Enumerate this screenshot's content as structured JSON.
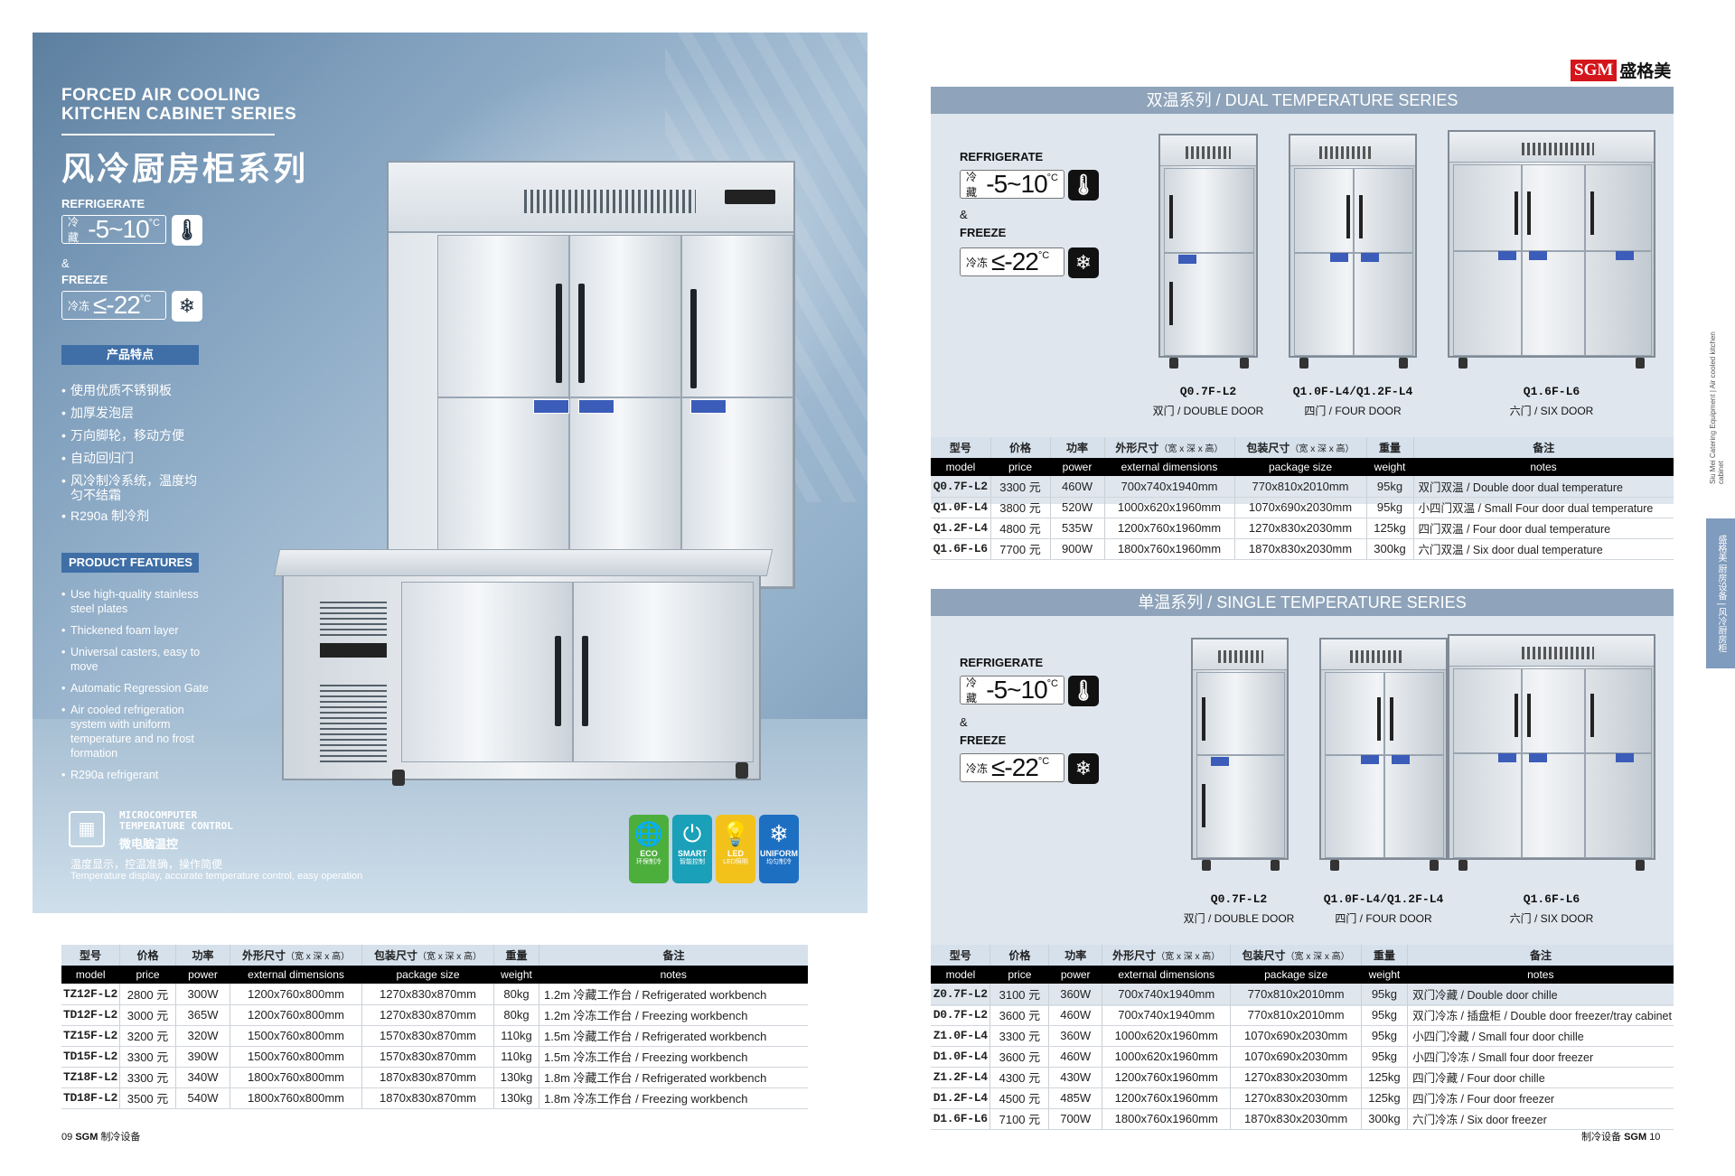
{
  "hero": {
    "title_en_1": "FORCED AIR COOLING",
    "title_en_2": "KITCHEN CABINET SERIES",
    "title_cn": "风冷厨房柜系列",
    "refrigerate_label": "REFRIGERATE",
    "refrigerate_prefix": "冷藏",
    "refrigerate_value": "-5~10",
    "degree": "°C",
    "amp": "&",
    "freeze_label": "FREEZE",
    "freeze_prefix": "冷冻",
    "freeze_value": "≤-22",
    "features_cn_title": "产品特点",
    "features_cn": [
      "使用优质不锈钢板",
      "加厚发泡层",
      "万向脚轮，移动方便",
      "自动回归门",
      "风冷制冷系统，温度均匀不结霜",
      "R290a 制冷剂"
    ],
    "features_en_title": "PRODUCT FEATURES",
    "features_en": [
      "Use high-quality stainless steel plates",
      "Thickened foam layer",
      "Universal casters, easy to move",
      "Automatic Regression Gate",
      "Air cooled refrigeration system with uniform temperature and no frost formation",
      "R290a refrigerant"
    ],
    "micro_en_1": "MICROCOMPUTER",
    "micro_en_2": "TEMPERATURE CONTROL",
    "micro_cn": "微电脑温控",
    "micro_desc_cn": "温度显示，控温准确，操作简便",
    "micro_desc_en": "Temperature display, accurate temperature control, easy operation",
    "eco_badges": [
      {
        "title": "ECO",
        "sub": "环保制冷",
        "color": "#4caf3c"
      },
      {
        "title": "SMART",
        "sub": "智能控制",
        "color": "#1aa0b8"
      },
      {
        "title": "LED",
        "sub": "LED照明",
        "color": "#f2c21b"
      },
      {
        "title": "UNIFORM",
        "sub": "均匀制冷",
        "color": "#1d6fc2"
      }
    ]
  },
  "headers": {
    "cn": [
      "型号",
      "价格",
      "功率",
      "外形尺寸",
      "包装尺寸",
      "重量",
      "备注"
    ],
    "dim_note": "（宽 x 深 x 高）",
    "en": [
      "model",
      "price",
      "power",
      "external dimensions",
      "package size",
      "weight",
      "notes"
    ]
  },
  "bench_table": [
    [
      "TZ12F-L2",
      "2800 元",
      "300W",
      "1200x760x800mm",
      "1270x830x870mm",
      "80kg",
      "1.2m 冷藏工作台 / Refrigerated workbench"
    ],
    [
      "TD12F-L2",
      "3000 元",
      "365W",
      "1200x760x800mm",
      "1270x830x870mm",
      "80kg",
      "1.2m 冷冻工作台 / Freezing workbench"
    ],
    [
      "TZ15F-L2",
      "3200 元",
      "320W",
      "1500x760x800mm",
      "1570x830x870mm",
      "110kg",
      "1.5m 冷藏工作台 / Refrigerated workbench"
    ],
    [
      "TD15F-L2",
      "3300 元",
      "390W",
      "1500x760x800mm",
      "1570x830x870mm",
      "110kg",
      "1.5m 冷冻工作台 / Freezing workbench"
    ],
    [
      "TZ18F-L2",
      "3300 元",
      "340W",
      "1800x760x800mm",
      "1870x830x870mm",
      "130kg",
      "1.8m 冷藏工作台 / Refrigerated workbench"
    ],
    [
      "TD18F-L2",
      "3500 元",
      "540W",
      "1800x760x800mm",
      "1870x830x870mm",
      "130kg",
      "1.8m 冷冻工作台 / Freezing workbench"
    ]
  ],
  "brand": {
    "logo": "SGM",
    "name": "盛格美"
  },
  "dual": {
    "title": "双温系列 / DUAL TEMPERATURE SERIES",
    "products": [
      {
        "model": "Q0.7F-L2",
        "desc": "双门 / DOUBLE DOOR"
      },
      {
        "model": "Q1.0F-L4/Q1.2F-L4",
        "desc": "四门 / FOUR DOOR"
      },
      {
        "model": "Q1.6F-L6",
        "desc": "六门 / SIX DOOR"
      }
    ],
    "rows": [
      [
        "Q0.7F-L2",
        "3300 元",
        "460W",
        "700x740x1940mm",
        "770x810x2010mm",
        "95kg",
        "双门双温 / Double door dual temperature"
      ],
      [
        "Q1.0F-L4",
        "3800 元",
        "520W",
        "1000x620x1960mm",
        "1070x690x2030mm",
        "95kg",
        "小四门双温 / Small Four door dual temperature"
      ],
      [
        "Q1.2F-L4",
        "4800 元",
        "535W",
        "1200x760x1960mm",
        "1270x830x2030mm",
        "125kg",
        "四门双温 / Four door dual temperature"
      ],
      [
        "Q1.6F-L6",
        "7700 元",
        "900W",
        "1800x760x1960mm",
        "1870x830x2030mm",
        "300kg",
        "六门双温 / Six door dual temperature"
      ]
    ]
  },
  "single": {
    "title": "单温系列 / SINGLE TEMPERATURE SERIES",
    "products": [
      {
        "model": "Q0.7F-L2",
        "desc": "双门 / DOUBLE DOOR"
      },
      {
        "model": "Q1.0F-L4/Q1.2F-L4",
        "desc": "四门 / FOUR DOOR"
      },
      {
        "model": "Q1.6F-L6",
        "desc": "六门 / SIX DOOR"
      }
    ],
    "rows": [
      [
        "Z0.7F-L2",
        "3100 元",
        "360W",
        "700x740x1940mm",
        "770x810x2010mm",
        "95kg",
        "双门冷藏 / Double door chille"
      ],
      [
        "D0.7F-L2",
        "3600 元",
        "460W",
        "700x740x1940mm",
        "770x810x2010mm",
        "95kg",
        "双门冷冻 / 插盘柜 / Double door freezer/tray cabinet"
      ],
      [
        "Z1.0F-L4",
        "3300 元",
        "360W",
        "1000x620x1960mm",
        "1070x690x2030mm",
        "95kg",
        "小四门冷藏 / Small four door chille"
      ],
      [
        "D1.0F-L4",
        "3600 元",
        "460W",
        "1000x620x1960mm",
        "1070x690x2030mm",
        "95kg",
        "小四门冷冻 / Small four door freezer"
      ],
      [
        "Z1.2F-L4",
        "4300 元",
        "430W",
        "1200x760x1960mm",
        "1270x830x2030mm",
        "125kg",
        "四门冷藏 / Four door chille"
      ],
      [
        "D1.2F-L4",
        "4500 元",
        "485W",
        "1200x760x1960mm",
        "1270x830x2030mm",
        "125kg",
        "四门冷冻 / Four door freezer"
      ],
      [
        "D1.6F-L6",
        "7100 元",
        "700W",
        "1800x760x1960mm",
        "1870x830x2030mm",
        "300kg",
        "六门冷冻 / Six door freezer"
      ]
    ]
  },
  "side": {
    "tab": "盛格美 厨房设备 | 风冷厨房柜",
    "text": "Siu Mei Catering Equipment | Air cooled kitchen cabinet"
  },
  "footer": {
    "left_num": "09",
    "left_brand": "SGM",
    "left_cat": "制冷设备",
    "right_cat": "制冷设备",
    "right_brand": "SGM",
    "right_num": "10"
  }
}
